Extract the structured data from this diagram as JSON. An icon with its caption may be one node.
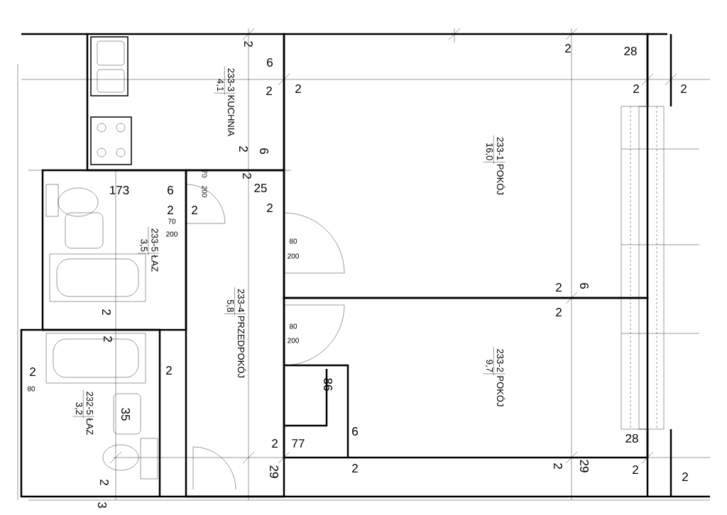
{
  "diagram": {
    "nodes": [
      {
        "text": [
          "233-3",
          "KUCHNIA",
          "4,1"
        ]
      },
      {
        "text": [
          "233-5",
          "ŁAZ",
          "3,5"
        ]
      },
      {
        "text": [
          "233-4",
          "PRZEDPOKÓJ",
          "5,8"
        ]
      },
      {
        "text": [
          "233-1",
          "POKÓJ",
          "16,0"
        ]
      },
      {
        "text": [
          "233-2",
          "POKÓJ",
          "9,7"
        ]
      },
      {
        "text": [
          "232-5",
          "ŁAZ",
          "3,2"
        ]
      }
    ],
    "labels": [
      "2",
      "6",
      "2",
      "2",
      "2",
      "28",
      "2",
      "2",
      "2",
      "6",
      "2",
      "25",
      "2",
      "173",
      "6",
      "2",
      "2",
      "70",
      "200",
      "70",
      "200",
      "80",
      "200",
      "2",
      "6",
      "2",
      "80",
      "200",
      "2",
      "2",
      "2",
      "2",
      "80",
      "35",
      "86",
      "6",
      "2",
      "77",
      "29",
      "2",
      "2",
      "3",
      "2",
      "29",
      "28",
      "2",
      "2"
    ]
  }
}
